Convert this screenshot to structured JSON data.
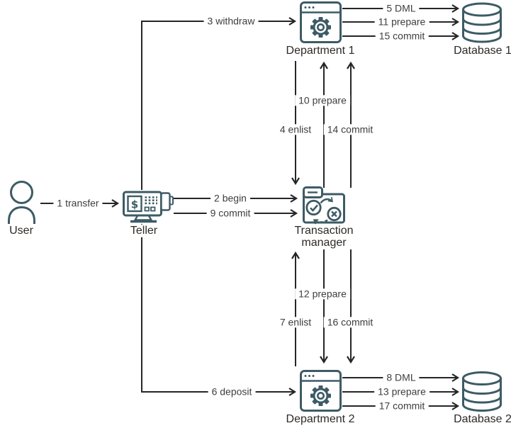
{
  "colors": {
    "icon_stroke": "#3d5b65",
    "line": "#262626",
    "edge_text": "#3e3e3e",
    "node_text": "#2d2926",
    "background": "#ffffff"
  },
  "nodes": {
    "user": {
      "label": "User"
    },
    "teller": {
      "label": "Teller"
    },
    "transaction_manager": {
      "label_line1": "Transaction",
      "label_line2": "manager"
    },
    "department1": {
      "label": "Department 1"
    },
    "department2": {
      "label": "Department 2"
    },
    "database1": {
      "label": "Database 1"
    },
    "database2": {
      "label": "Database 2"
    }
  },
  "edges": {
    "transfer": {
      "label": "1 transfer",
      "from": "user",
      "to": "teller"
    },
    "begin": {
      "label": "2 begin",
      "from": "teller",
      "to": "transaction_manager"
    },
    "withdraw": {
      "label": "3 withdraw",
      "from": "teller",
      "to": "department1"
    },
    "enlist_d1": {
      "label": "4 enlist",
      "from": "department1",
      "to": "transaction_manager"
    },
    "dml_db1": {
      "label": "5 DML",
      "from": "department1",
      "to": "database1"
    },
    "deposit": {
      "label": "6 deposit",
      "from": "teller",
      "to": "department2"
    },
    "enlist_d2": {
      "label": "7 enlist",
      "from": "department2",
      "to": "transaction_manager"
    },
    "dml_db2": {
      "label": "8 DML",
      "from": "department2",
      "to": "database2"
    },
    "commit_teller": {
      "label": "9 commit",
      "from": "teller",
      "to": "transaction_manager"
    },
    "prepare_d1": {
      "label": "10 prepare",
      "from": "transaction_manager",
      "to": "department1"
    },
    "prepare_db1": {
      "label": "11 prepare",
      "from": "department1",
      "to": "database1"
    },
    "prepare_d2": {
      "label": "12 prepare",
      "from": "transaction_manager",
      "to": "department2"
    },
    "prepare_db2": {
      "label": "13 prepare",
      "from": "department2",
      "to": "database2"
    },
    "commit_d1": {
      "label": "14 commit",
      "from": "transaction_manager",
      "to": "department1"
    },
    "commit_db1": {
      "label": "15 commit",
      "from": "department1",
      "to": "database1"
    },
    "commit_d2": {
      "label": "16 commit",
      "from": "transaction_manager",
      "to": "department2"
    },
    "commit_db2": {
      "label": "17 commit",
      "from": "department2",
      "to": "database2"
    }
  }
}
